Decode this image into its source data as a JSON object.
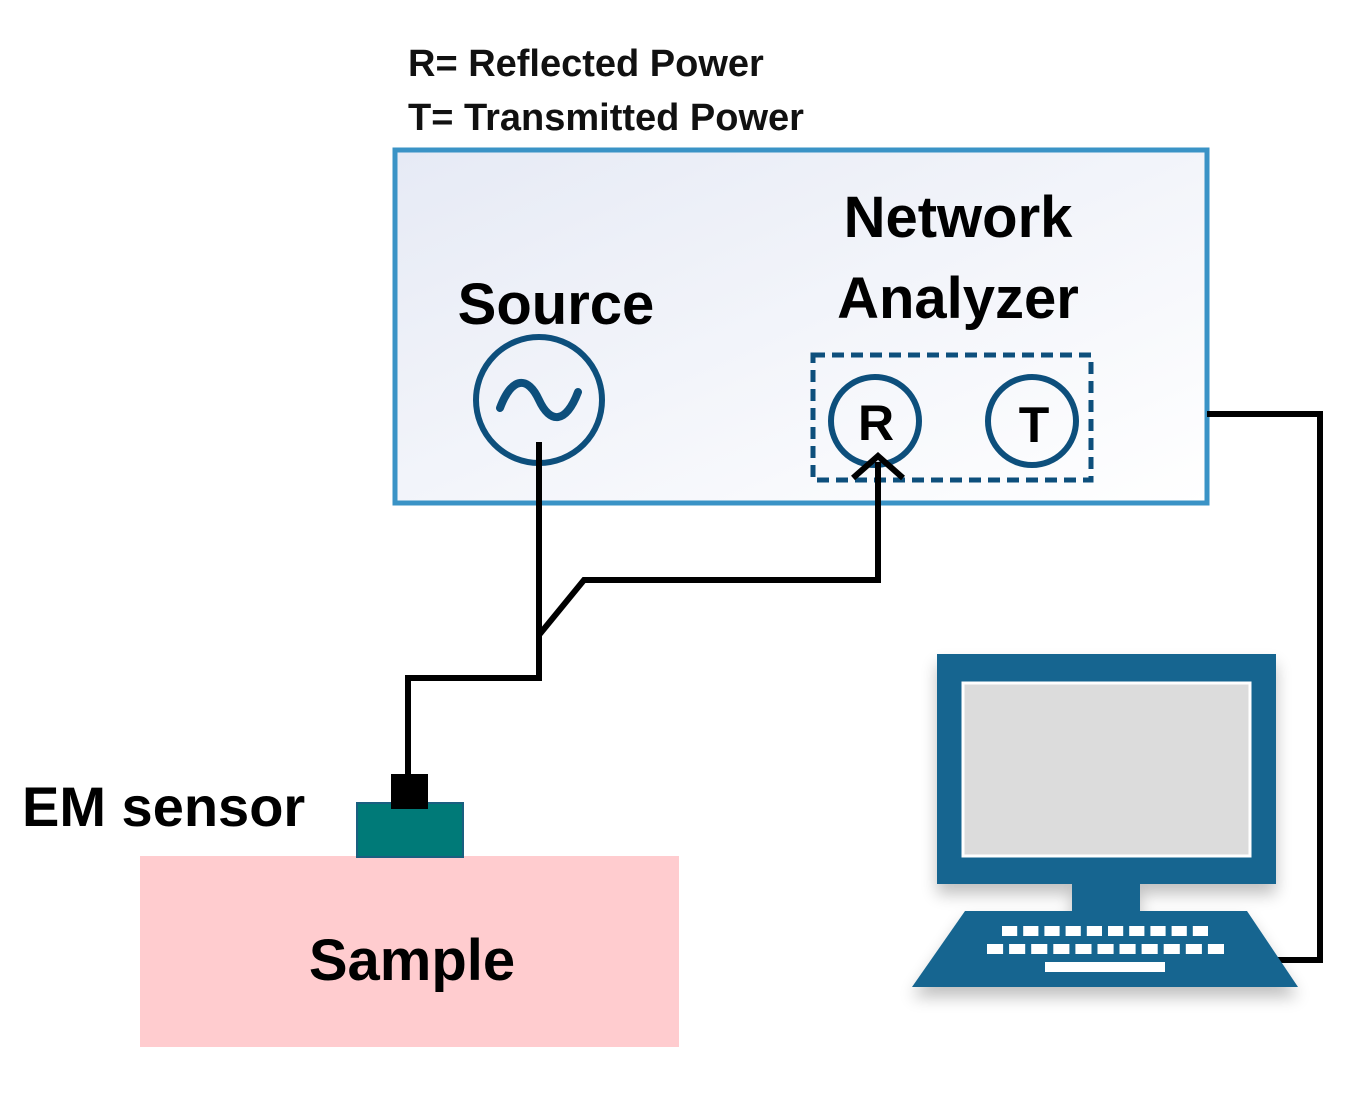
{
  "legend": {
    "reflected": "R= Reflected Power",
    "transmitted": "T= Transmitted Power"
  },
  "analyzer": {
    "title_line1": "Network",
    "title_line2": "Analyzer",
    "port_r": "R",
    "port_t": "T"
  },
  "source": {
    "label": "Source"
  },
  "sensor": {
    "label": "EM sensor"
  },
  "sample": {
    "label": "Sample"
  },
  "colors": {
    "analyzer_border": "#3a93c6",
    "analyzer_fill_start": "#e6eaf5",
    "analyzer_fill_end": "#ffffff",
    "symbol_blue": "#0d4f7c",
    "sensor_fill": "#007a78",
    "sensor_border": "#1a5f80",
    "sample_fill": "#ffcccf",
    "computer_blue": "#156590",
    "screen_fill": "#dcdcdc",
    "wire": "#000000"
  },
  "icons": {
    "source": "ac-sine-source-icon",
    "computer": "desktop-computer-icon",
    "connector": "coax-connector-icon"
  }
}
